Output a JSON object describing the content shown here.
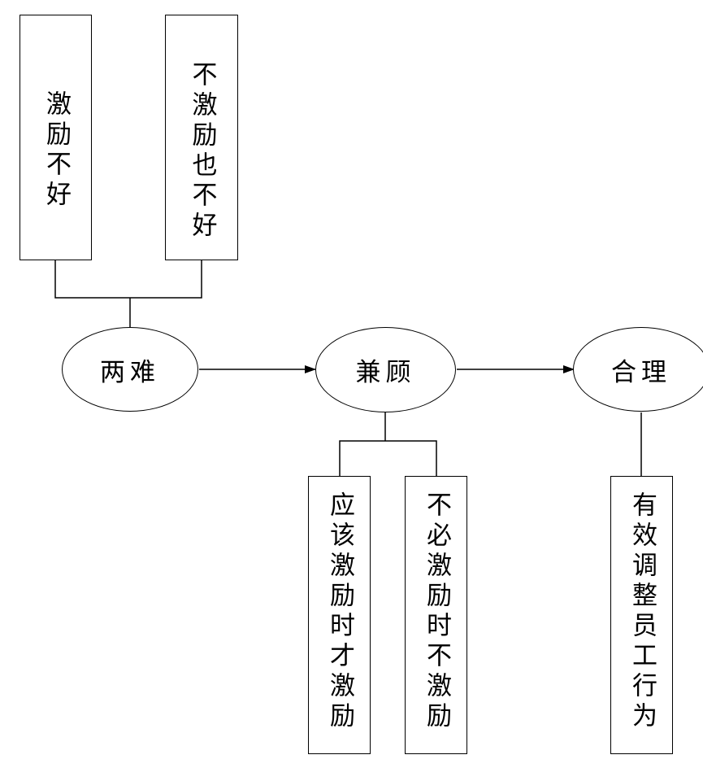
{
  "dilemma": {
    "left_box": "激励不好",
    "right_box": "不激励也不好",
    "node": "两难"
  },
  "balance": {
    "node": "兼顾",
    "left_box": "应该激励时才激励",
    "right_box": "不必激励时不激励"
  },
  "reasonable": {
    "node": "合理",
    "box": "有效调整员工行为"
  }
}
